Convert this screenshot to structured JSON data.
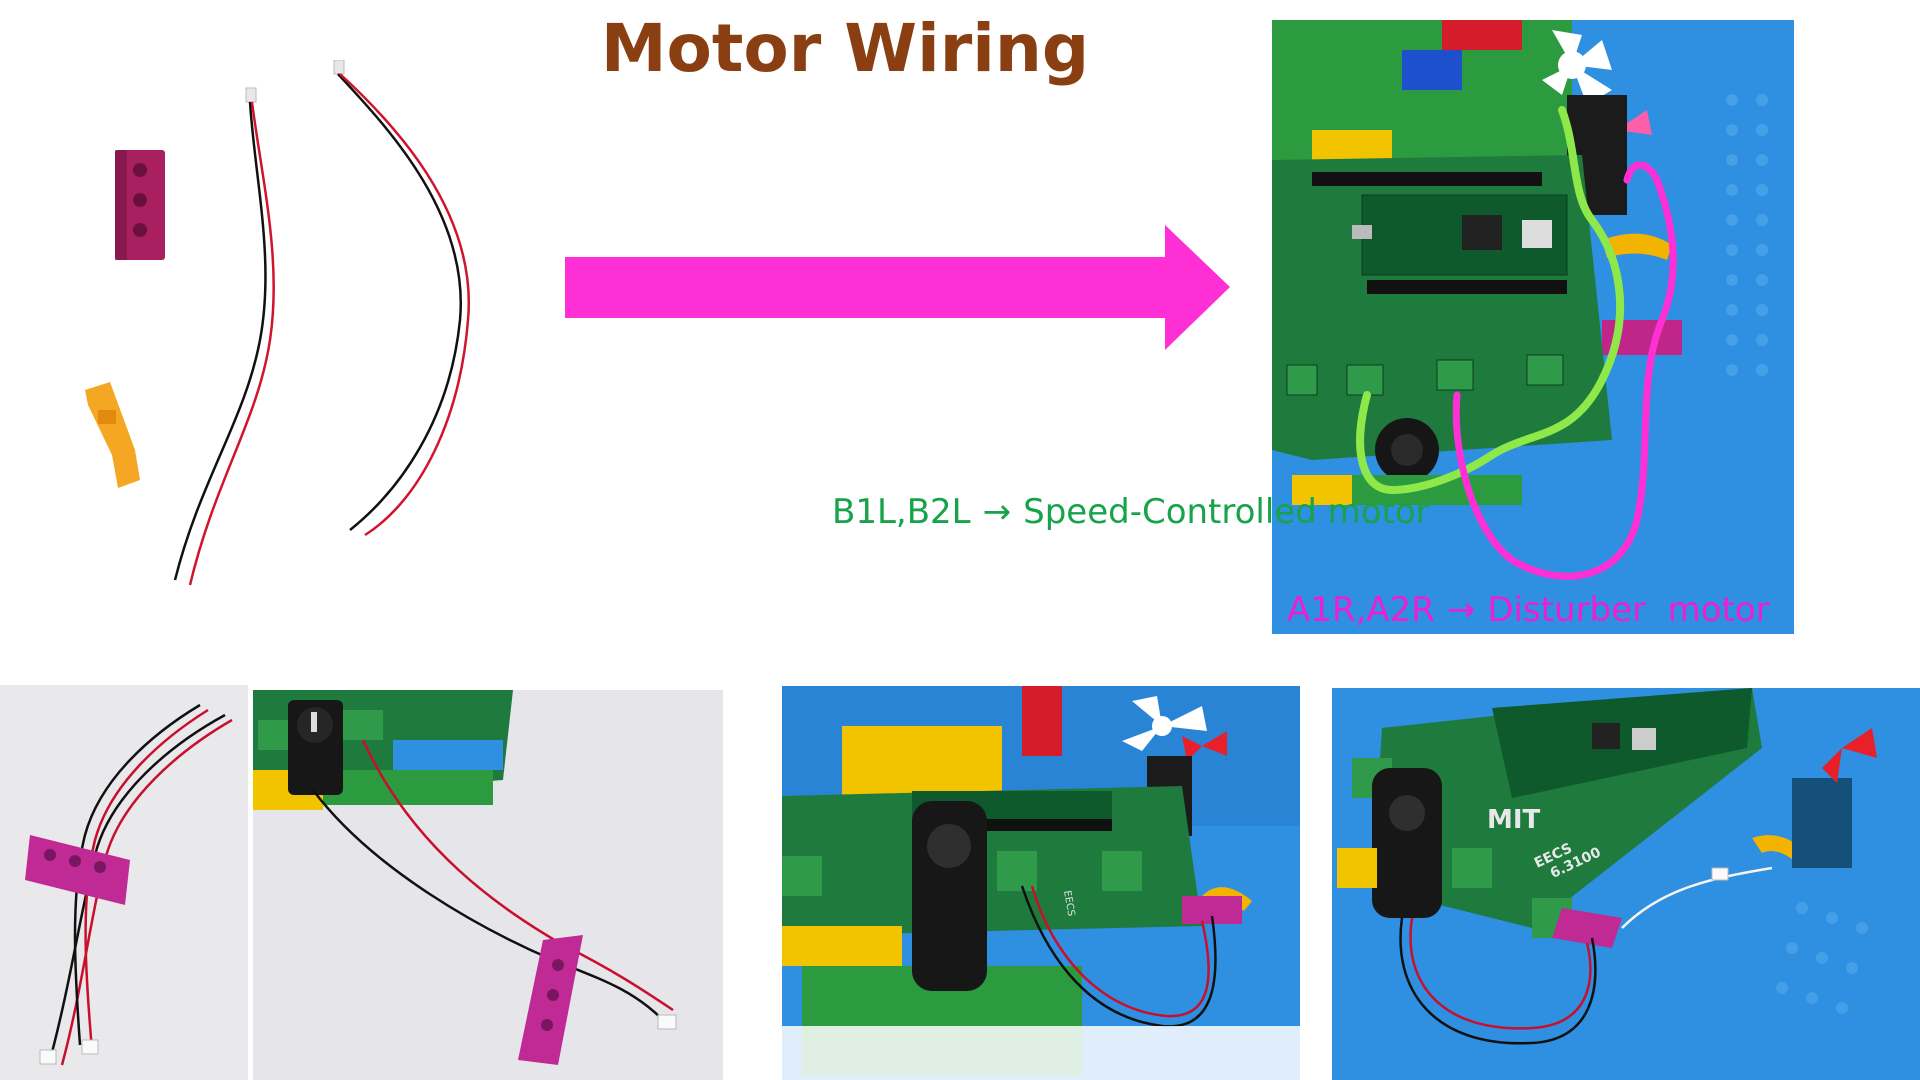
{
  "title": "Motor Wiring",
  "labels": {
    "speed_pins": "B1L,B2L",
    "speed_arrow": "→",
    "speed_text": "Speed-Controlled motor",
    "disturber_pins": "A1R,A2R",
    "disturber_arrow": "→",
    "disturber_text": "Disturber  motor"
  },
  "board_labels": {
    "brand": "MIT",
    "dept": "EECS",
    "course": "6.3100"
  },
  "colors": {
    "title": "#8a3f12",
    "arrow": "#ff2fd6",
    "speed_label": "#16a34a",
    "disturber_label": "#ee1fd0",
    "green_wire_overlay": "#8ee84a",
    "pink_wire_overlay": "#ff2fd6",
    "pcb": "#1f7a3e",
    "lego_blue": "#2f8fe0",
    "lego_magenta": "#c0268a"
  },
  "icons": {
    "main_arrow": "arrow-right-icon"
  }
}
